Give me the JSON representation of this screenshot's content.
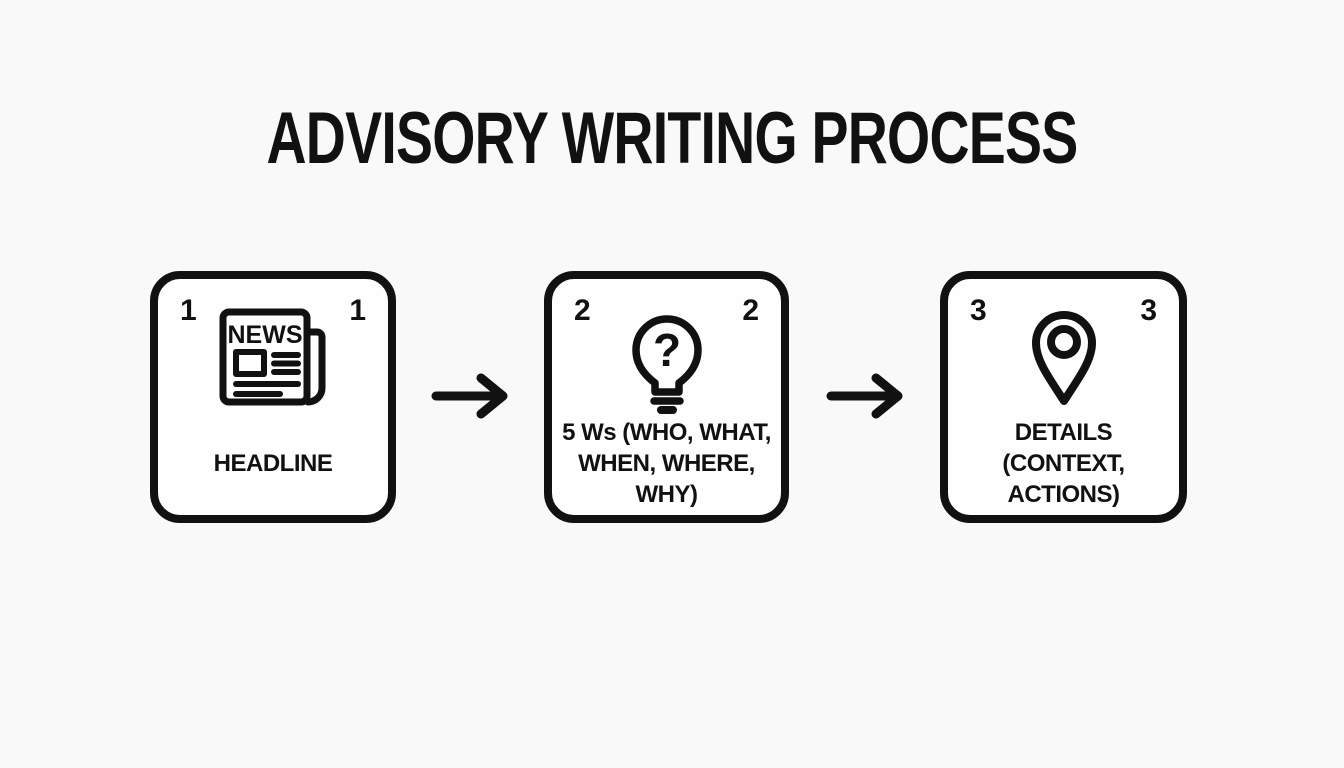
{
  "colors": {
    "background": "#f9f9f9",
    "card_surface": "#fefefe",
    "ink": "#111111"
  },
  "title": "ADVISORY WRITING PROCESS",
  "steps": [
    {
      "number": "1",
      "icon": "newspaper-icon",
      "newspaper_masthead": "NEWS",
      "label_lines": [
        "HEADLINE"
      ]
    },
    {
      "number": "2",
      "icon": "lightbulb-question-icon",
      "bulb_glyph": "?",
      "label_lines": [
        "5 Ws (WHO, WHAT,",
        "WHEN, WHERE,",
        "WHY)"
      ]
    },
    {
      "number": "3",
      "icon": "location-pin-icon",
      "label_lines": [
        "DETAILS",
        "(CONTEXT,",
        "ACTIONS)"
      ]
    }
  ],
  "connectors": [
    {
      "icon": "right-arrow-icon"
    },
    {
      "icon": "right-arrow-icon"
    }
  ]
}
